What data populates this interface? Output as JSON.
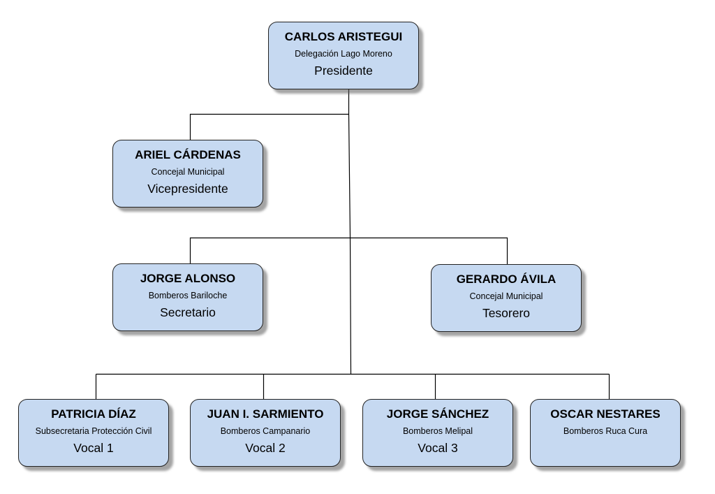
{
  "org_chart": {
    "president": {
      "name": "CARLOS ARISTEGUI",
      "org": "Delegación Lago Moreno",
      "role": "Presidente"
    },
    "vicepresident": {
      "name": "ARIEL CÁRDENAS",
      "org": "Concejal Municipal",
      "role": "Vicepresidente"
    },
    "secretary": {
      "name": "JORGE ALONSO",
      "org": "Bomberos Bariloche",
      "role": "Secretario"
    },
    "treasurer": {
      "name": "GERARDO ÁVILA",
      "org": "Concejal Municipal",
      "role": "Tesorero"
    },
    "vocals": [
      {
        "name": "PATRICIA DÍAZ",
        "org": "Subsecretaria Protección Civil",
        "role": "Vocal 1"
      },
      {
        "name": "JUAN I. SARMIENTO",
        "org": "Bomberos Campanario",
        "role": "Vocal 2"
      },
      {
        "name": "JORGE SÁNCHEZ",
        "org": "Bomberos Melipal",
        "role": "Vocal 3"
      },
      {
        "name": "OSCAR NESTARES",
        "org": "Bomberos Ruca Cura",
        "role": ""
      }
    ]
  },
  "colors": {
    "box_fill": "#c6d9f1",
    "box_border": "#222222",
    "connector": "#000000"
  }
}
